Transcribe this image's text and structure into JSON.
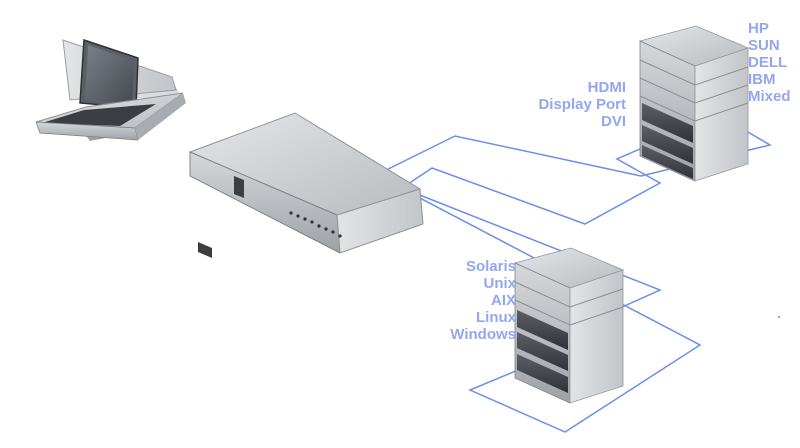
{
  "colors": {
    "connection_line": "#6d8fea",
    "label_text": "#94a6ef",
    "server_body": "#b9bdc2",
    "server_dark": "#4a4d52",
    "switch_body": "#c7cacd"
  },
  "icons": [
    "kvm-console-drawer-icon",
    "kvm-switch-icon",
    "server-stack-icon"
  ],
  "top_server": {
    "os_labels": [
      "HP",
      "SUN",
      "DELL",
      "IBM",
      "Mixed"
    ],
    "video_labels": [
      "HDMI",
      "Display Port",
      "DVI"
    ]
  },
  "bottom_server": {
    "os_labels": [
      "Solaris",
      "Unix",
      "AIX",
      "Linux",
      "Windows"
    ]
  }
}
